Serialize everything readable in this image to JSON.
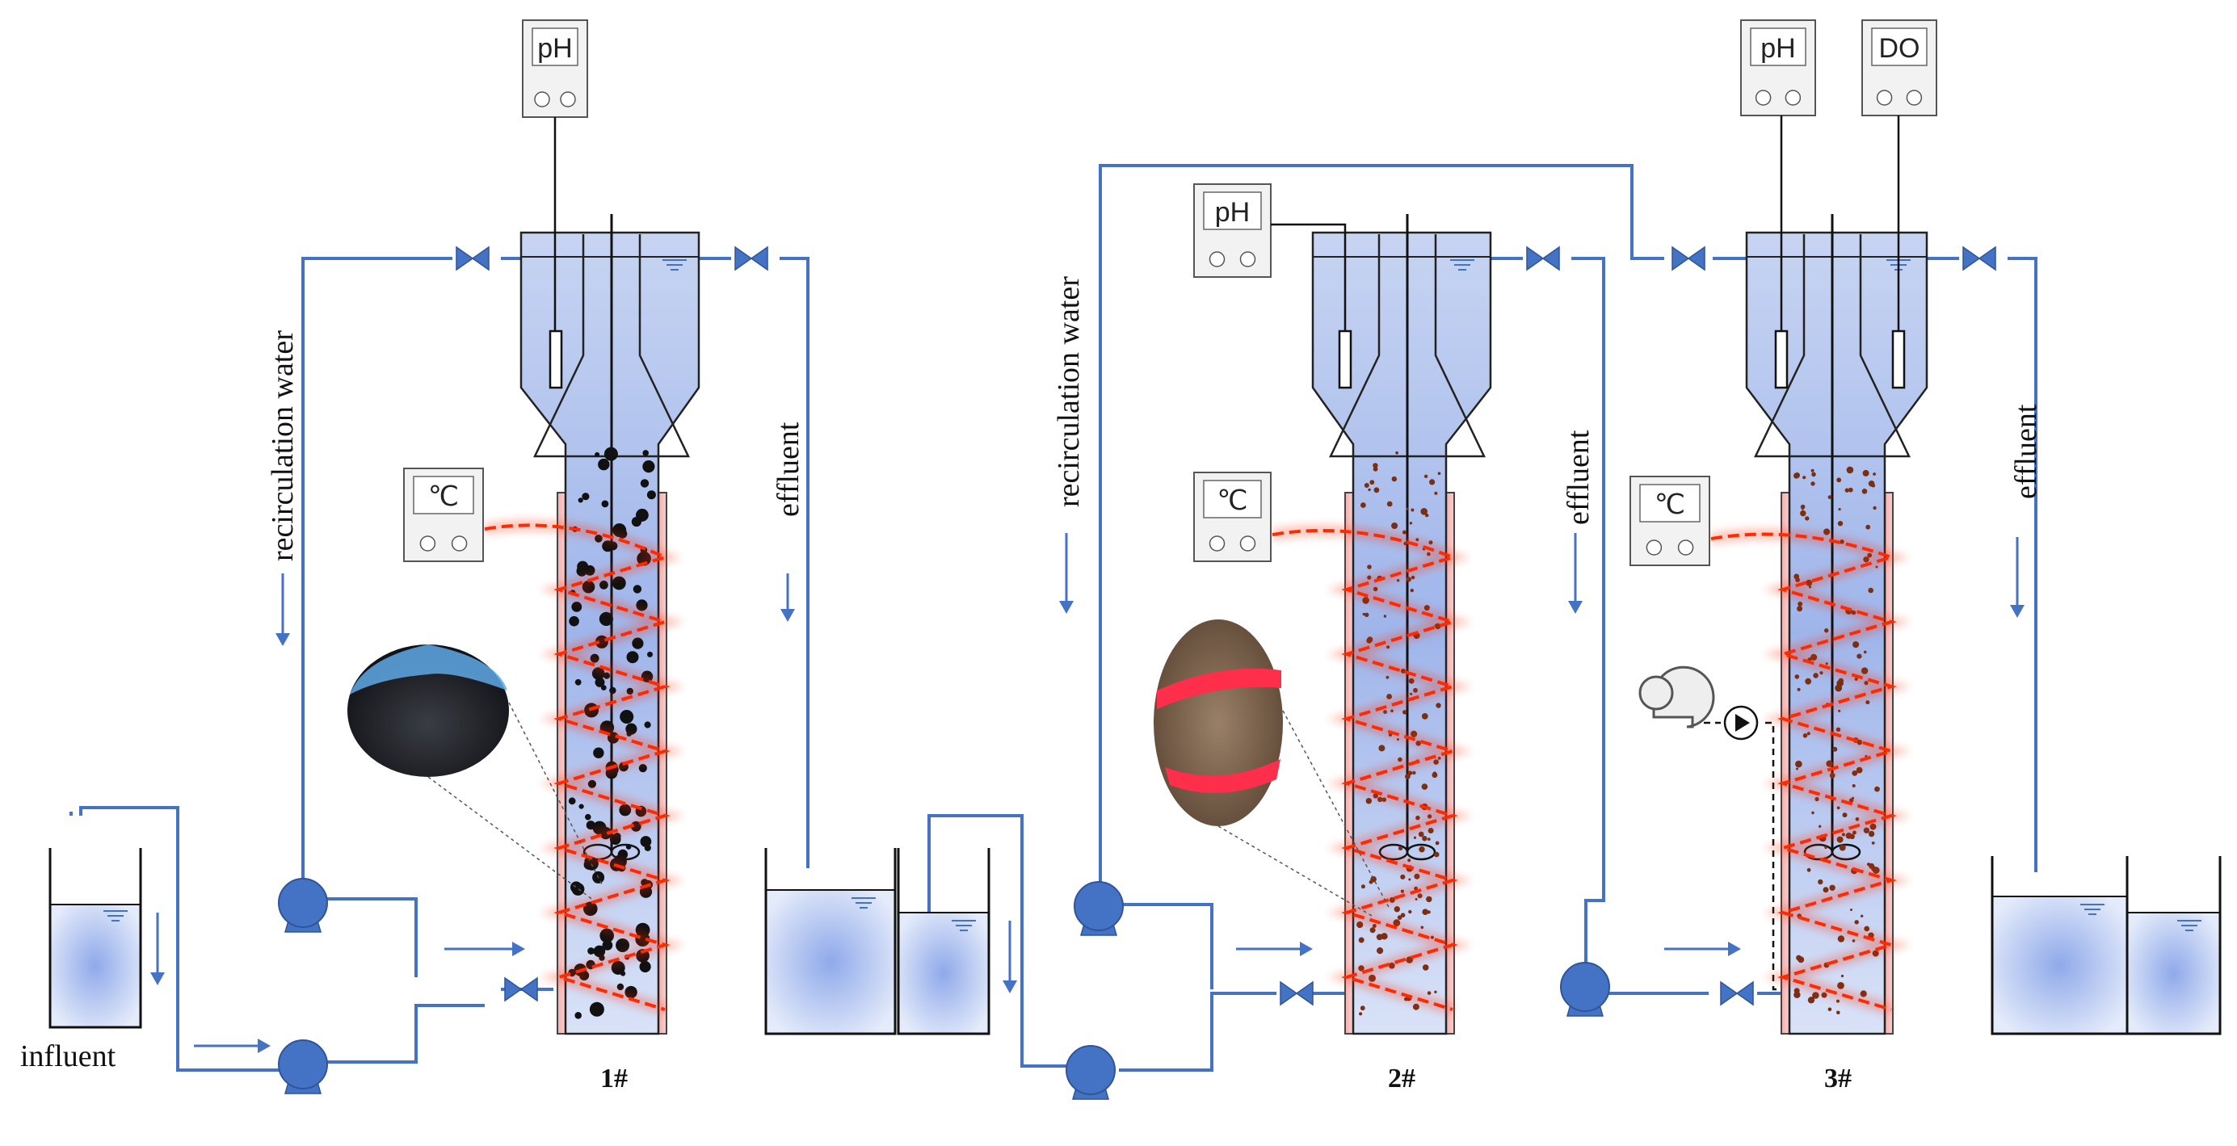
{
  "labels": {
    "reactor_1": "1#",
    "reactor_2": "2#",
    "reactor_3": "3#",
    "influent": "influent",
    "effluent": "effluent",
    "recirculation_water": "recirculation  water"
  },
  "meters": {
    "ph": "pH",
    "do": "DO",
    "temperature": "℃"
  },
  "colors": {
    "pipe": "#4472c4",
    "pump": "#4472c4",
    "heater": "#ff2a00",
    "granule_black": "#111111",
    "granule_brown": "#7a2e12",
    "reactor_fill": "#b4c6ee"
  },
  "icons": [
    "pump-icon",
    "valve-icon",
    "flow-arrow-icon",
    "air-blower-icon",
    "check-valve-icon",
    "stirrer-icon",
    "water-level-icon"
  ]
}
